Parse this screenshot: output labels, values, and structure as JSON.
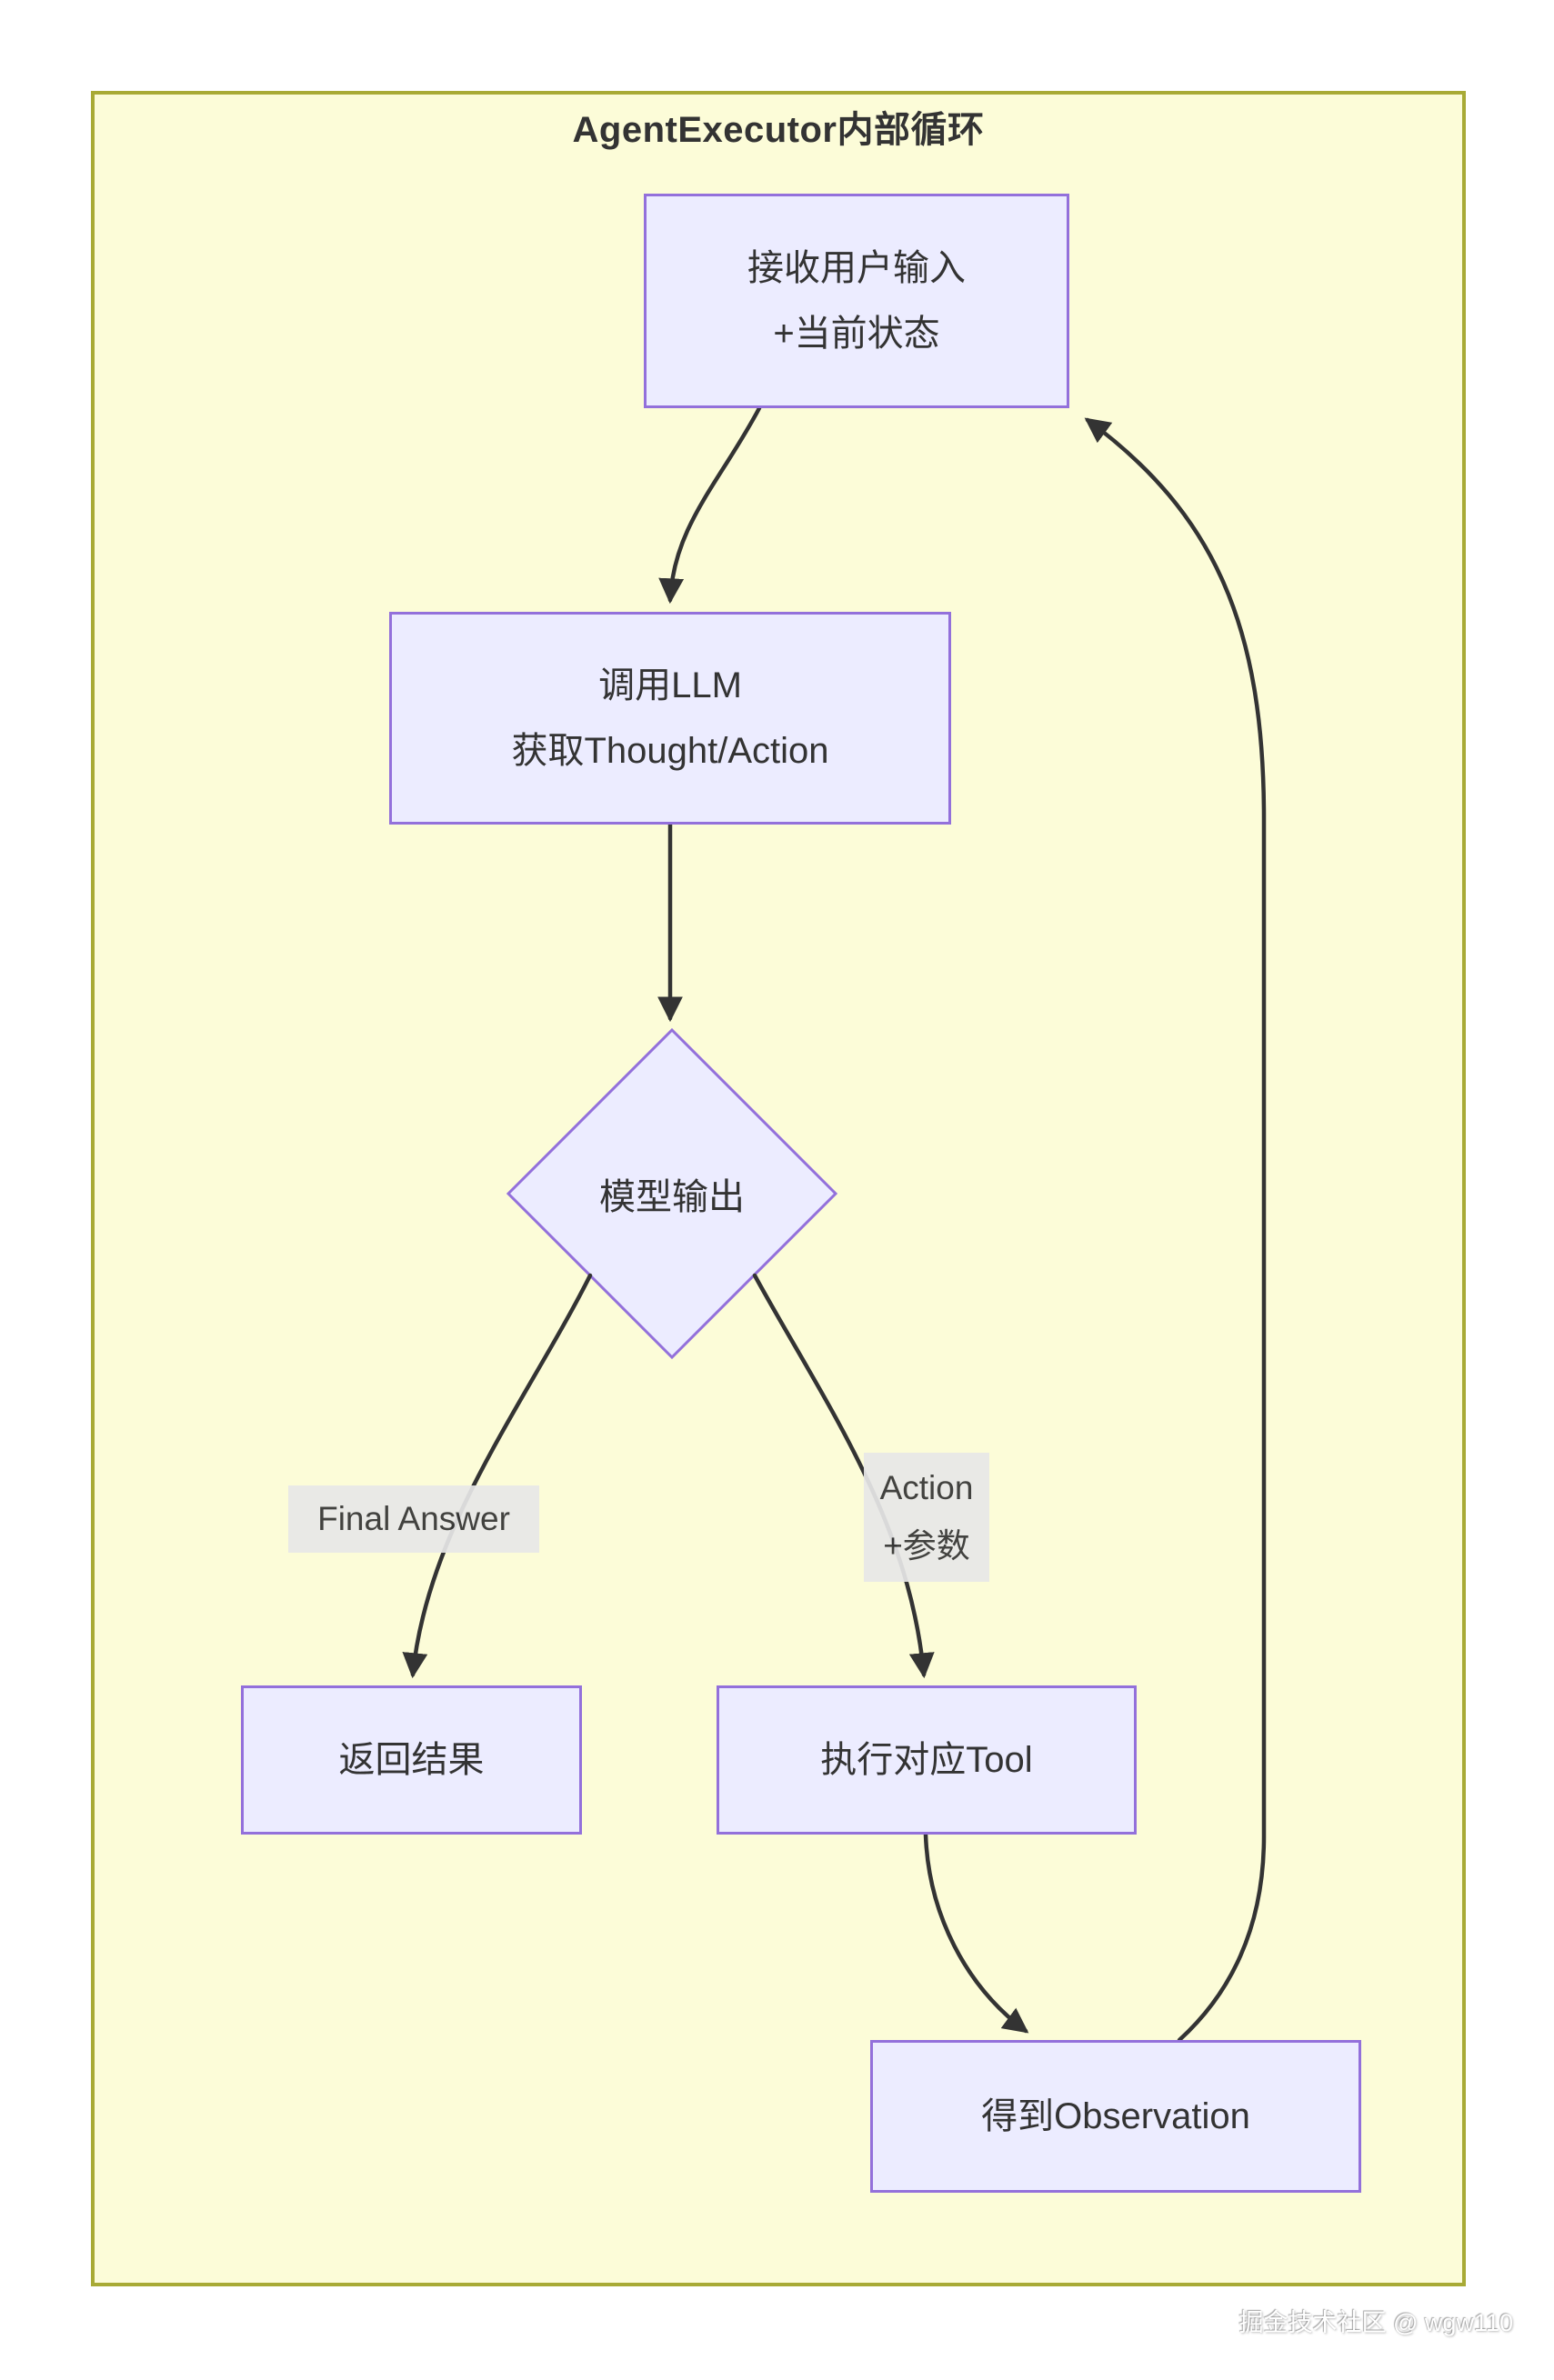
{
  "diagram": {
    "title": "AgentExecutor内部循环",
    "nodes": {
      "receive": {
        "line1": "接收用户输入",
        "line2": "+当前状态"
      },
      "call_llm": {
        "line1": "调用LLM",
        "line2": "获取Thought/Action"
      },
      "decision": {
        "label": "模型输出"
      },
      "return_result": {
        "label": "返回结果"
      },
      "execute_tool": {
        "label": "执行对应Tool"
      },
      "observation": {
        "label": "得到Observation"
      }
    },
    "edge_labels": {
      "final_answer": "Final Answer",
      "action_line1": "Action",
      "action_line2": "+参数"
    },
    "colors": {
      "panel_fill": "#fcfcd8",
      "panel_border": "#a8aa35",
      "node_fill": "#ececff",
      "node_border": "#9370db",
      "arrow": "#333333",
      "edge_label_bg": "#e8e8e8",
      "text": "#333333"
    }
  },
  "watermark": "掘金技术社区 @ wgw110"
}
